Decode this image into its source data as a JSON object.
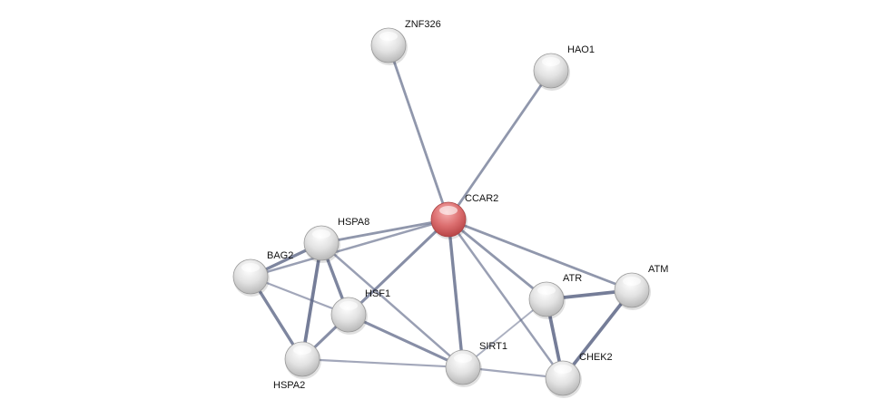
{
  "network": {
    "nodes": [
      {
        "id": "ZNF326",
        "label": "ZNF326",
        "query": false
      },
      {
        "id": "HAO1",
        "label": "HAO1",
        "query": false
      },
      {
        "id": "CCAR2",
        "label": "CCAR2",
        "query": true
      },
      {
        "id": "HSPA8",
        "label": "HSPA8",
        "query": false
      },
      {
        "id": "BAG2",
        "label": "BAG2",
        "query": false
      },
      {
        "id": "HSF1",
        "label": "HSF1",
        "query": false
      },
      {
        "id": "HSPA2",
        "label": "HSPA2",
        "query": false
      },
      {
        "id": "SIRT1",
        "label": "SIRT1",
        "query": false
      },
      {
        "id": "ATR",
        "label": "ATR",
        "query": false
      },
      {
        "id": "ATM",
        "label": "ATM",
        "query": false
      },
      {
        "id": "CHEK2",
        "label": "CHEK2",
        "query": false
      }
    ],
    "edges": [
      {
        "from": "ZNF326",
        "to": "CCAR2",
        "strength": 0.6
      },
      {
        "from": "HAO1",
        "to": "CCAR2",
        "strength": 0.6
      },
      {
        "from": "CCAR2",
        "to": "HSPA8",
        "strength": 0.6
      },
      {
        "from": "CCAR2",
        "to": "BAG2",
        "strength": 0.5
      },
      {
        "from": "CCAR2",
        "to": "HSF1",
        "strength": 0.7
      },
      {
        "from": "CCAR2",
        "to": "SIRT1",
        "strength": 0.8
      },
      {
        "from": "CCAR2",
        "to": "ATR",
        "strength": 0.6
      },
      {
        "from": "CCAR2",
        "to": "CHEK2",
        "strength": 0.5
      },
      {
        "from": "CCAR2",
        "to": "ATM",
        "strength": 0.6
      },
      {
        "from": "HSPA8",
        "to": "BAG2",
        "strength": 0.8
      },
      {
        "from": "HSPA8",
        "to": "HSF1",
        "strength": 0.8
      },
      {
        "from": "HSPA8",
        "to": "HSPA2",
        "strength": 0.9
      },
      {
        "from": "HSPA8",
        "to": "SIRT1",
        "strength": 0.5
      },
      {
        "from": "BAG2",
        "to": "HSF1",
        "strength": 0.4
      },
      {
        "from": "BAG2",
        "to": "HSPA2",
        "strength": 0.8
      },
      {
        "from": "HSF1",
        "to": "HSPA2",
        "strength": 0.7
      },
      {
        "from": "HSF1",
        "to": "SIRT1",
        "strength": 0.7
      },
      {
        "from": "HSPA2",
        "to": "SIRT1",
        "strength": 0.4
      },
      {
        "from": "SIRT1",
        "to": "ATR",
        "strength": 0.3
      },
      {
        "from": "SIRT1",
        "to": "CHEK2",
        "strength": 0.4
      },
      {
        "from": "ATR",
        "to": "ATM",
        "strength": 0.9
      },
      {
        "from": "ATR",
        "to": "CHEK2",
        "strength": 0.9
      },
      {
        "from": "ATM",
        "to": "CHEK2",
        "strength": 0.9
      }
    ],
    "colors": {
      "edge": "#5b6585",
      "node": "#e0e0e0",
      "query_node": "#d8696b",
      "label": "#111111"
    }
  }
}
